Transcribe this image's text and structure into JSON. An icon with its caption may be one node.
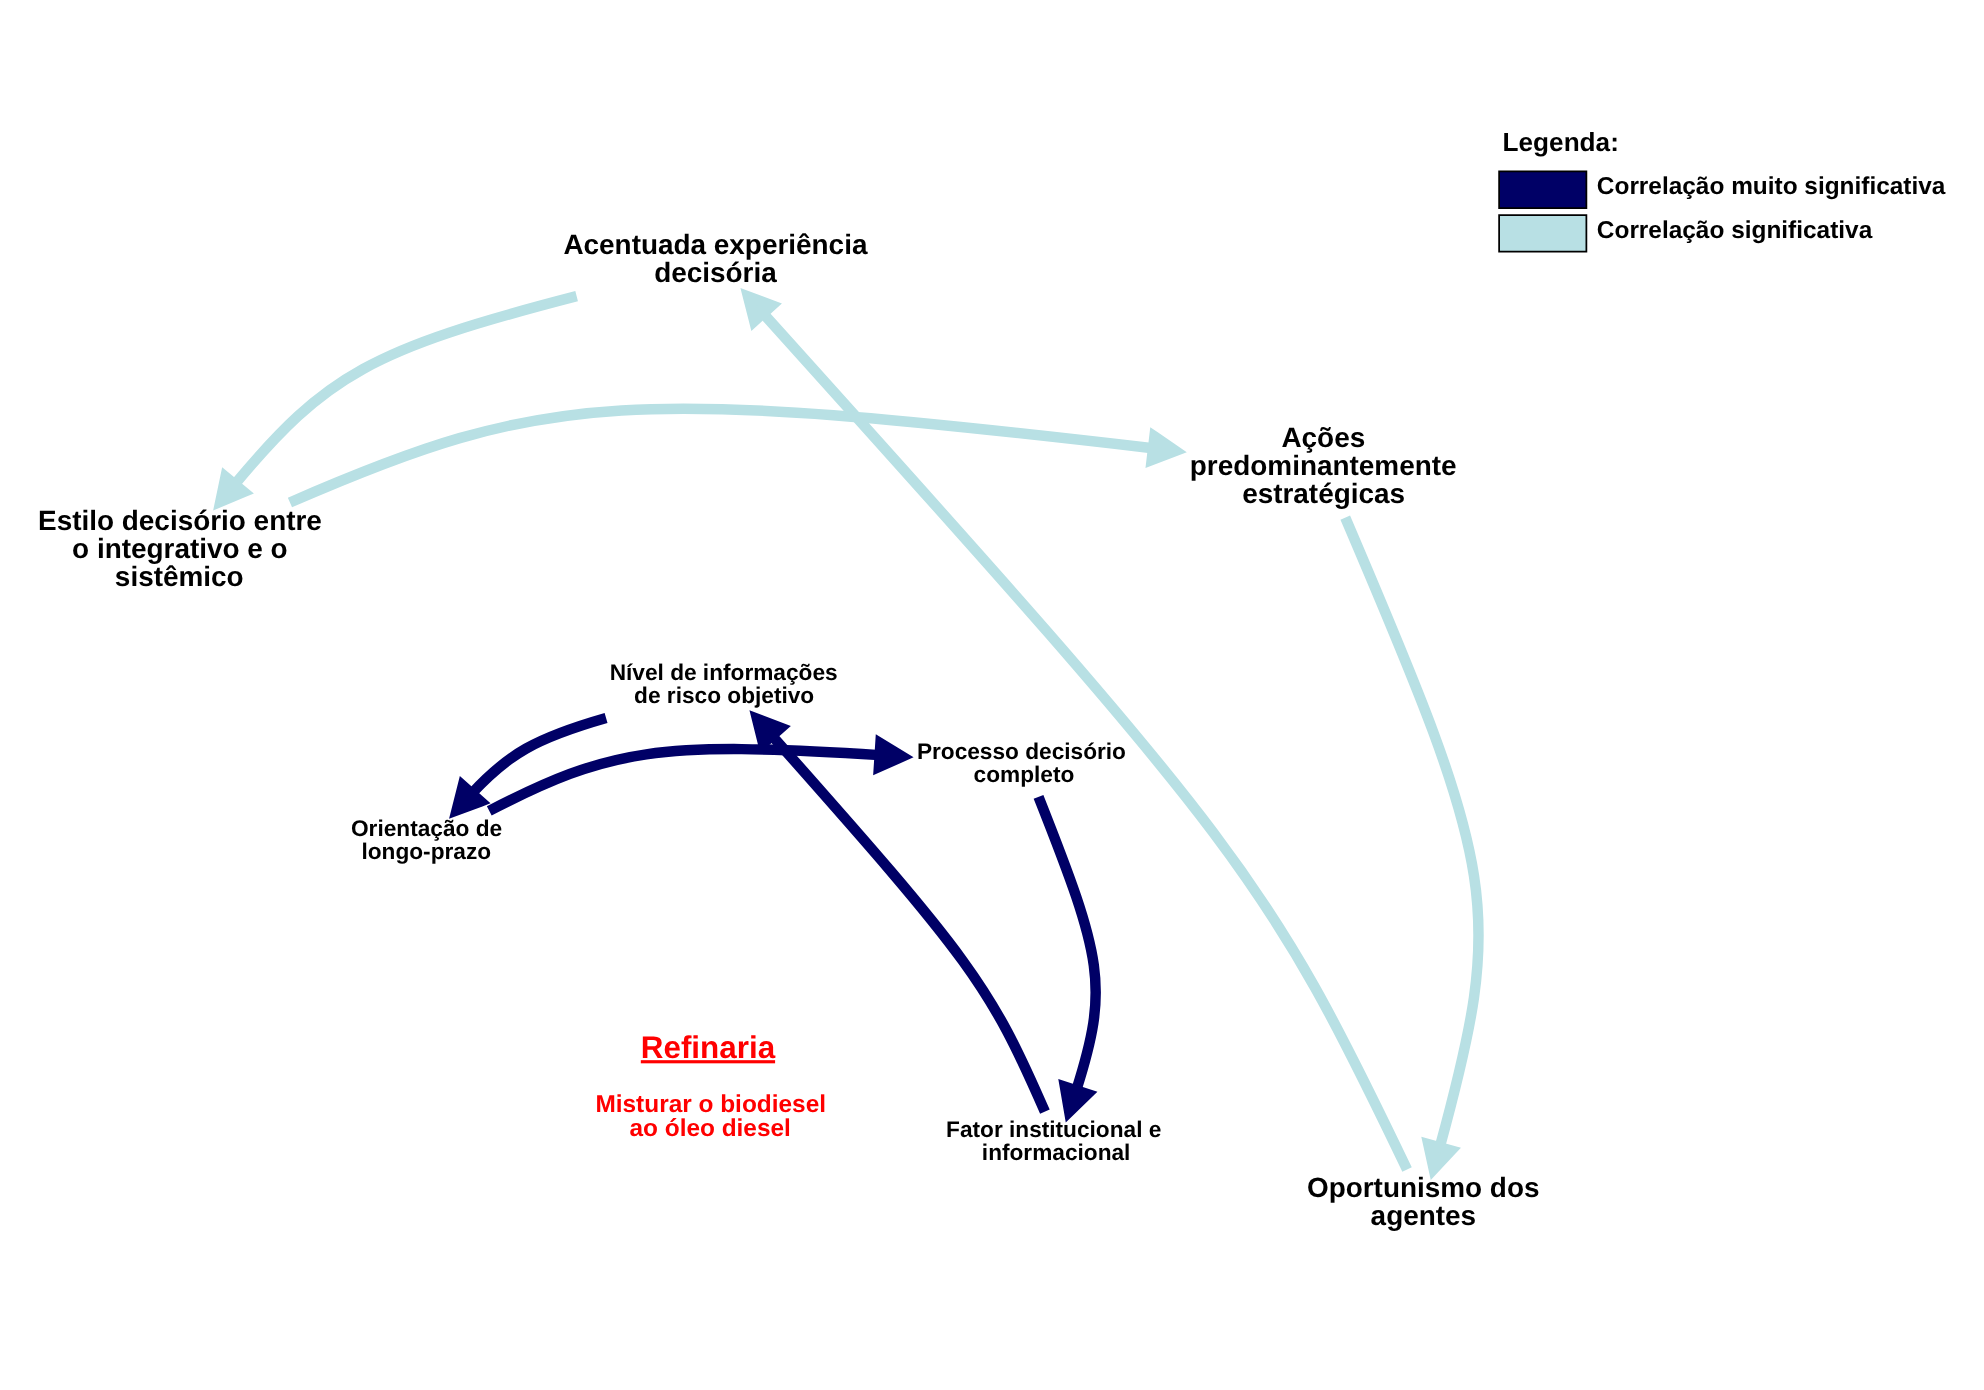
{
  "diagram": {
    "nodes": [
      {
        "text": [
          "Oportunismo dos agentes"
        ]
      },
      {
        "text": [
          "Acentuada experiência decisória"
        ]
      },
      {
        "text": [
          "Estilo decisório entre o integrativo e o sistêmico"
        ]
      },
      {
        "text": [
          "Ações predominantemente estratégicas"
        ]
      },
      {
        "text": [
          "Fator institucional e informacional"
        ]
      },
      {
        "text": [
          "Nível de informações de risco objetivo"
        ]
      },
      {
        "text": [
          "Orientação de longo-prazo"
        ]
      },
      {
        "text": [
          "Processo decisório completo"
        ]
      }
    ],
    "edges": [
      {
        "from": 0,
        "to": 1,
        "arrow": "to",
        "color": "#b8e0e4"
      },
      {
        "from": 1,
        "to": 2,
        "arrow": "to",
        "color": "#b8e0e4"
      },
      {
        "from": 2,
        "to": 3,
        "arrow": "to",
        "color": "#b8e0e4"
      },
      {
        "from": 3,
        "to": 0,
        "arrow": "to",
        "color": "#b8e0e4"
      },
      {
        "from": 4,
        "to": 5,
        "arrow": "to",
        "color": "#000066"
      },
      {
        "from": 5,
        "to": 6,
        "arrow": "to",
        "color": "#000066"
      },
      {
        "from": 6,
        "to": 7,
        "arrow": "to",
        "color": "#000066"
      },
      {
        "from": 7,
        "to": 4,
        "arrow": "to",
        "color": "#000066"
      }
    ],
    "labels": [
      "Refinaria",
      "Misturar o biodiesel ao óleo diesel",
      "Legenda:"
    ],
    "legend": [
      {
        "text": "Correlação muito significativa",
        "color": "#000066"
      },
      {
        "text": "Correlação significativa",
        "color": "#b8e0e4"
      }
    ]
  }
}
